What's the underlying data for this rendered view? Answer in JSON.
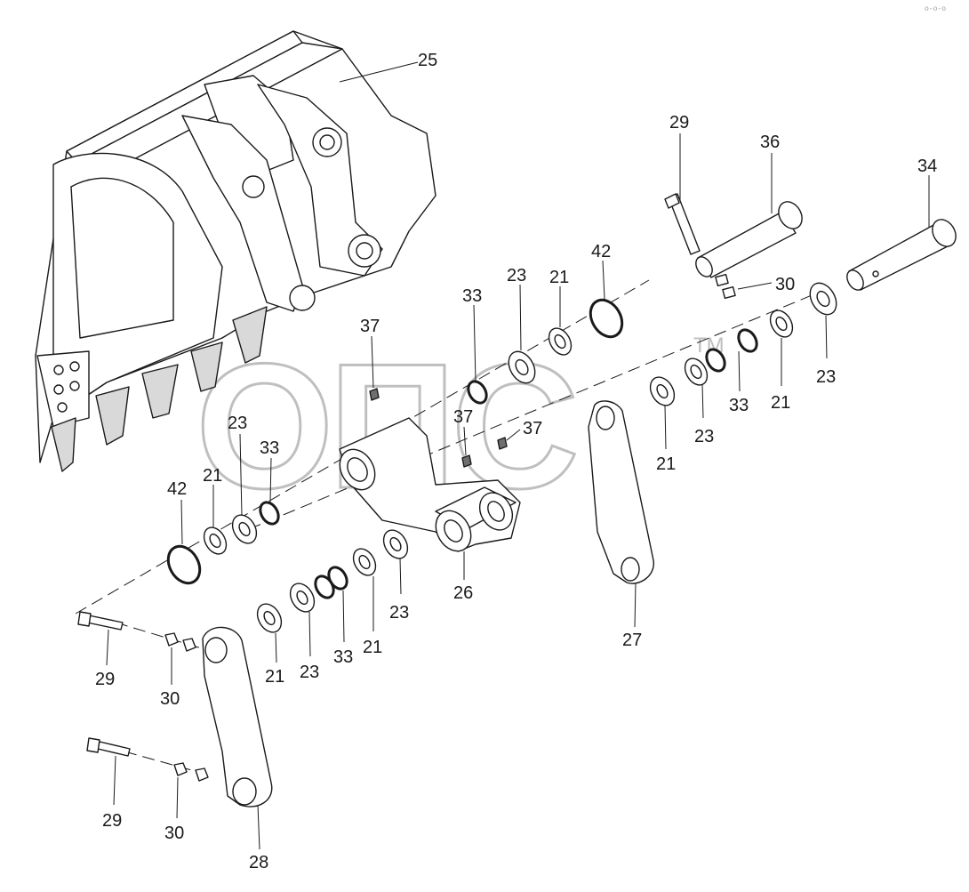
{
  "watermark": {
    "text": "ОПС",
    "mark": "TM"
  },
  "corner_mark": "o-o-o",
  "callouts": {
    "c25": "25",
    "c29_top": "29",
    "c36": "36",
    "c34": "34",
    "c42_top": "42",
    "c23_top": "23",
    "c21_top": "21",
    "c33_top": "33",
    "c30_top": "30",
    "c37_a": "37",
    "c37_b": "37",
    "c37_c": "37",
    "c33_r": "33",
    "c21_r": "21",
    "c23_r": "23",
    "c23_rm": "23",
    "c21_rm": "21",
    "c23_l": "23",
    "c33_l": "33",
    "c21_l": "21",
    "c42_l": "42",
    "c26": "26",
    "c27": "27",
    "c23_m": "23",
    "c21_m": "21",
    "c33_m": "33",
    "c23_bm": "23",
    "c21_bm": "21",
    "c29_l": "29",
    "c30_l": "30",
    "c29_b": "29",
    "c30_b": "30",
    "c28": "28"
  }
}
